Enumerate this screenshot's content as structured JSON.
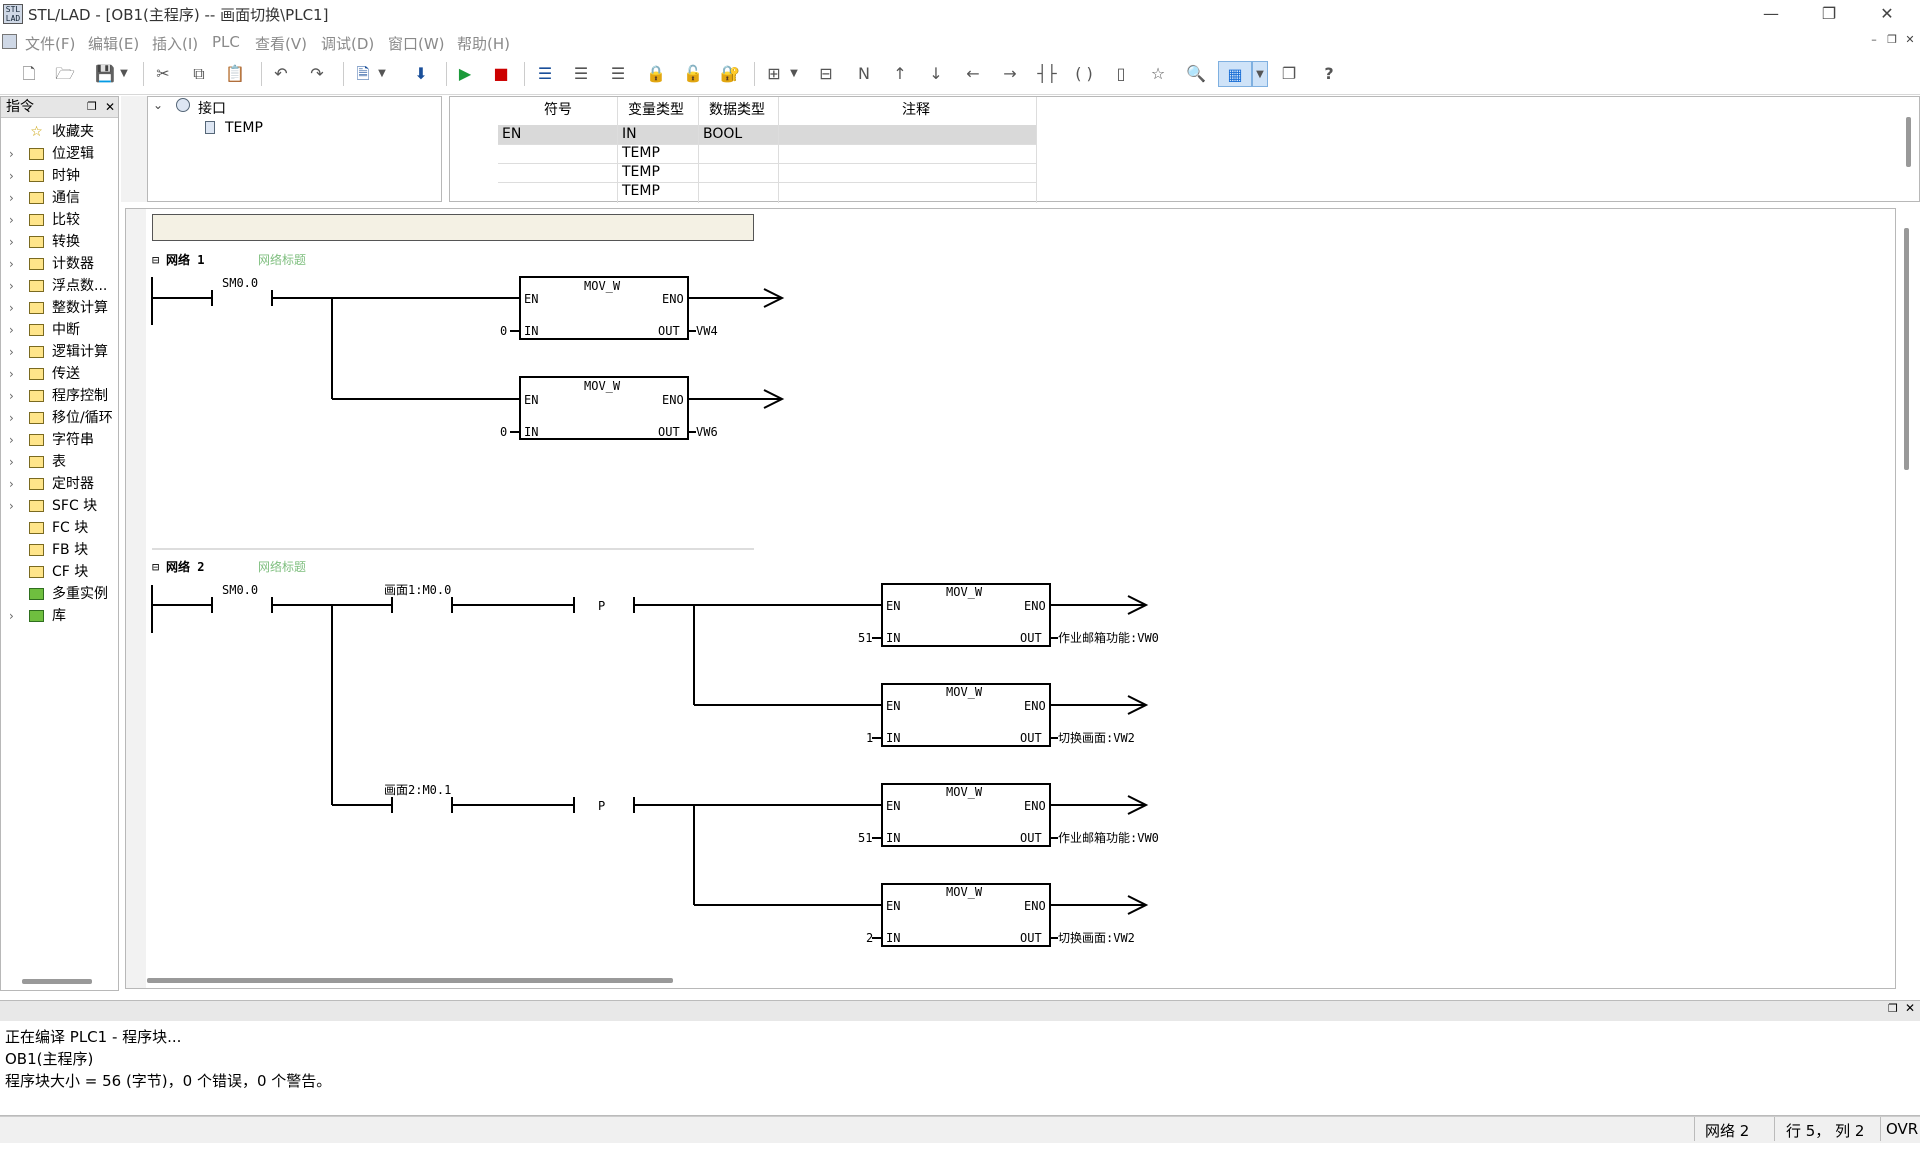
{
  "window": {
    "title": "STL/LAD - [OB1(主程序) -- 画面切换\\PLC1]",
    "minimize": "—",
    "restore": "❐",
    "close": "✕"
  },
  "menu": [
    "文件(F)",
    "编辑(E)",
    "插入(I)",
    "PLC",
    "查看(V)",
    "调试(D)",
    "窗口(W)",
    "帮助(H)"
  ],
  "leftpanel": {
    "title": "指令",
    "items": [
      {
        "label": "收藏夹",
        "icon": "star-icon"
      },
      {
        "label": "位逻辑",
        "icon": "folder-icon"
      },
      {
        "label": "时钟",
        "icon": "folder-icon"
      },
      {
        "label": "通信",
        "icon": "folder-icon"
      },
      {
        "label": "比较",
        "icon": "folder-icon"
      },
      {
        "label": "转换",
        "icon": "folder-icon"
      },
      {
        "label": "计数器",
        "icon": "folder-icon"
      },
      {
        "label": "浮点数...",
        "icon": "folder-icon"
      },
      {
        "label": "整数计算",
        "icon": "folder-icon"
      },
      {
        "label": "中断",
        "icon": "folder-icon"
      },
      {
        "label": "逻辑计算",
        "icon": "folder-icon"
      },
      {
        "label": "传送",
        "icon": "folder-icon"
      },
      {
        "label": "程序控制",
        "icon": "folder-icon"
      },
      {
        "label": "移位/循环",
        "icon": "folder-icon"
      },
      {
        "label": "字符串",
        "icon": "folder-icon"
      },
      {
        "label": "表",
        "icon": "folder-icon"
      },
      {
        "label": "定时器",
        "icon": "folder-icon"
      },
      {
        "label": "SFC 块",
        "icon": "folder-icon"
      },
      {
        "label": "FC 块",
        "icon": "folder-icon"
      },
      {
        "label": "FB 块",
        "icon": "folder-icon"
      },
      {
        "label": "CF 块",
        "icon": "folder-icon"
      },
      {
        "label": "多重实例",
        "icon": "library-icon"
      },
      {
        "label": "库",
        "icon": "library-icon"
      }
    ]
  },
  "interface": {
    "root": "接口",
    "child": "TEMP"
  },
  "vartable": {
    "headers": [
      "符号",
      "变量类型",
      "数据类型",
      "注释"
    ],
    "rows": [
      [
        "EN",
        "IN",
        "BOOL",
        ""
      ],
      [
        "",
        "TEMP",
        "",
        ""
      ],
      [
        "",
        "TEMP",
        "",
        ""
      ],
      [
        "",
        "TEMP",
        "",
        ""
      ]
    ]
  },
  "ladder": {
    "networks": [
      {
        "title": "网络 1",
        "comment": "网络标题",
        "contact": "SM0.0",
        "blocks": [
          {
            "name": "MOV_W",
            "en": "EN",
            "eno": "ENO",
            "in_pin": "IN",
            "out_pin": "OUT",
            "in": "0",
            "out": "VW4"
          },
          {
            "name": "MOV_W",
            "en": "EN",
            "eno": "ENO",
            "in_pin": "IN",
            "out_pin": "OUT",
            "in": "0",
            "out": "VW6"
          }
        ]
      },
      {
        "title": "网络 2",
        "comment": "网络标题",
        "contact": "SM0.0",
        "contact_a": "画面1:M0.0",
        "contact_b": "画面2:M0.1",
        "p": "P",
        "blocks": [
          {
            "name": "MOV_W",
            "en": "EN",
            "eno": "ENO",
            "in_pin": "IN",
            "out_pin": "OUT",
            "in": "51",
            "out": "作业邮箱功能:VW0"
          },
          {
            "name": "MOV_W",
            "en": "EN",
            "eno": "ENO",
            "in_pin": "IN",
            "out_pin": "OUT",
            "in": "1",
            "out": "切换画面:VW2"
          },
          {
            "name": "MOV_W",
            "en": "EN",
            "eno": "ENO",
            "in_pin": "IN",
            "out_pin": "OUT",
            "in": "51",
            "out": "作业邮箱功能:VW0"
          },
          {
            "name": "MOV_W",
            "en": "EN",
            "eno": "ENO",
            "in_pin": "IN",
            "out_pin": "OUT",
            "in": "2",
            "out": "切换画面:VW2"
          }
        ]
      }
    ]
  },
  "output": {
    "lines": [
      "正在编译 PLC1 - 程序块...",
      "OB1(主程序)",
      "程序块大小 = 56 (字节)，0 个错误，0 个警告。"
    ]
  },
  "status": {
    "network": "网络 2",
    "position": "行 5， 列 2",
    "mode": "OVR"
  },
  "colors": {
    "comment": "#7fbf7f",
    "accent": "#1a6fd6"
  }
}
